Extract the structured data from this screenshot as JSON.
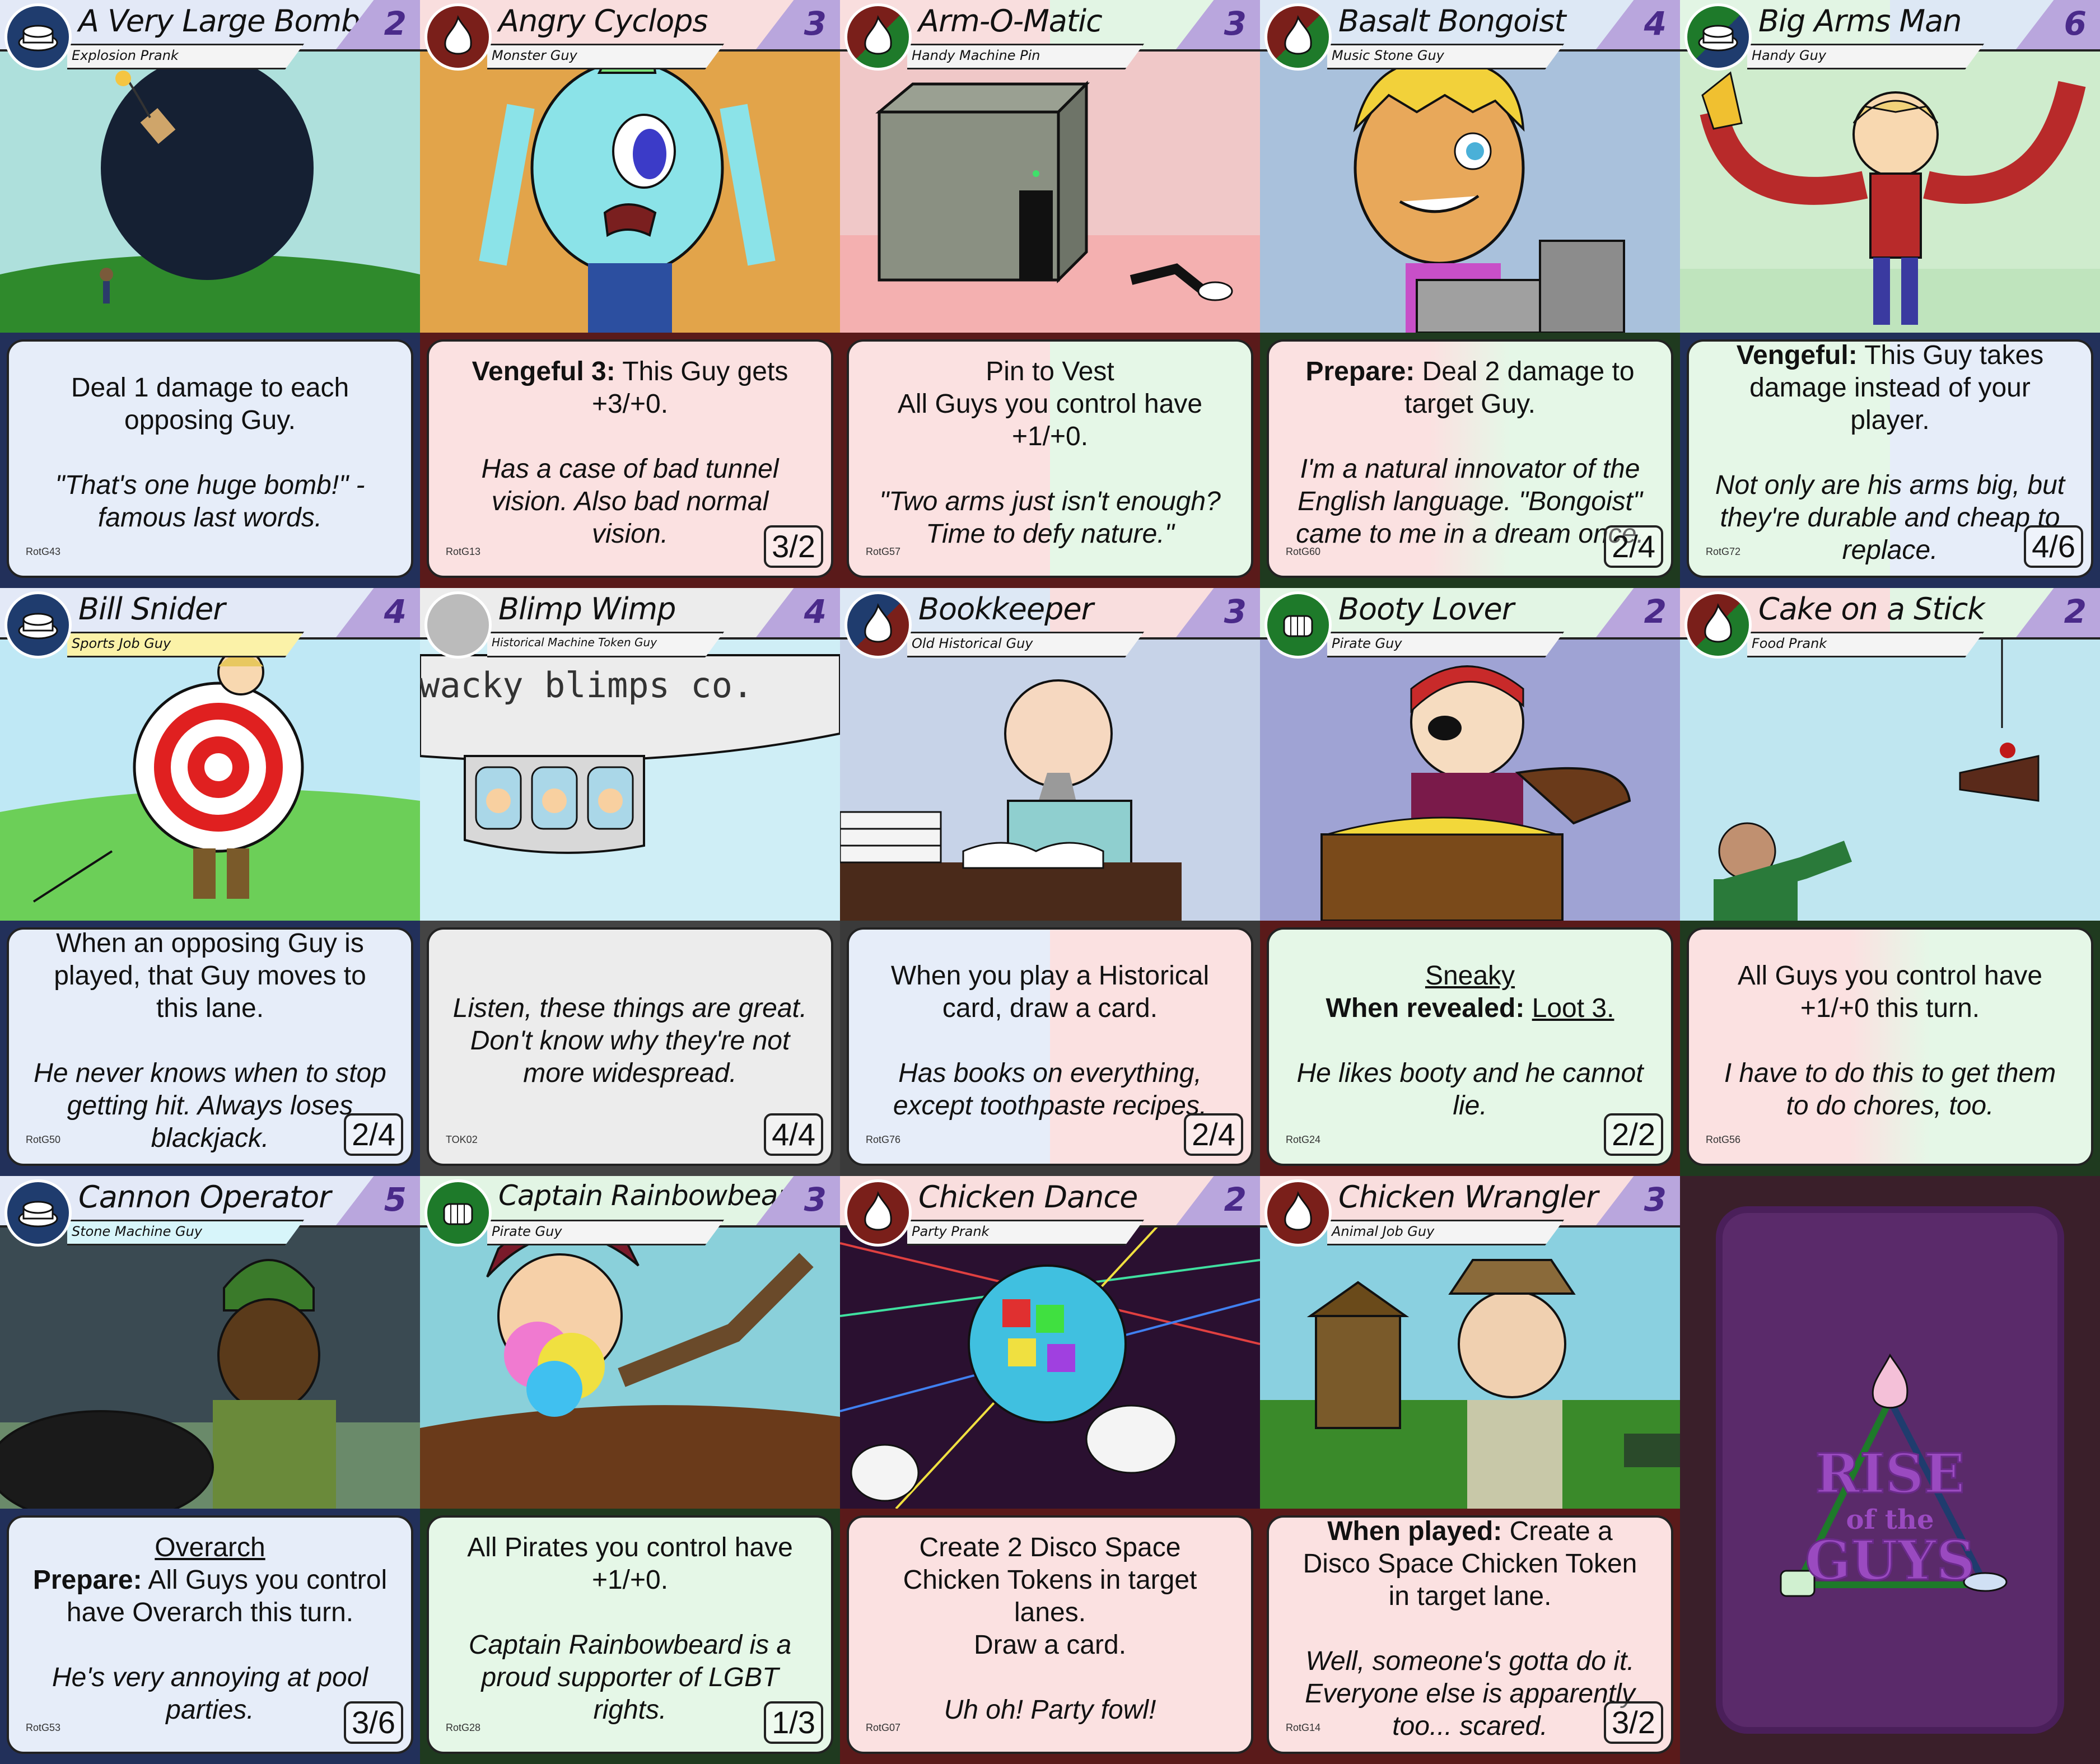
{
  "cards": [
    {
      "title": "A Very Large Bomb",
      "subtype": "Explosion Prank",
      "cost": "2",
      "icon": "button-icon",
      "text": [
        "Deal 1 damage to each opposing Guy."
      ],
      "flavor": "\"That's one huge bomb!\" - famous last words.",
      "stats": "",
      "code": "RotG43"
    },
    {
      "title": "Angry Cyclops",
      "subtype": "Monster Guy",
      "cost": "3",
      "icon": "fire-icon",
      "keyword": "Vengeful 3:",
      "text": [
        "This Guy gets +3/+0."
      ],
      "flavor": "Has a case of bad tunnel vision. Also bad normal vision.",
      "stats": "3/2",
      "code": "RotG13"
    },
    {
      "title": "Arm-O-Matic",
      "subtype": "Handy Machine Pin",
      "cost": "3",
      "icon": "fire-fist-icon",
      "text": [
        "Pin to Vest",
        "All Guys you control have +1/+0."
      ],
      "flavor": "\"Two arms just isn't enough? Time to defy nature.\"",
      "stats": "",
      "code": "RotG57"
    },
    {
      "title": "Basalt Bongoist",
      "subtype": "Music Stone Guy",
      "cost": "4",
      "icon": "fire-fist-icon",
      "keyword": "Prepare:",
      "text": [
        "Deal 2 damage to target Guy."
      ],
      "flavor": "I'm a natural innovator of the English language. \"Bongoist\" came to me in a dream once.",
      "stats": "2/4",
      "code": "RotG60"
    },
    {
      "title": "Big Arms Man",
      "subtype": "Handy Guy",
      "cost": "6",
      "icon": "fist-button-icon",
      "keyword": "Vengeful:",
      "text": [
        "This Guy takes damage instead of your player."
      ],
      "flavor": "Not only are his arms big, but they're durable and cheap to replace.",
      "stats": "4/6",
      "code": "RotG72"
    },
    {
      "title": "Bill Snider",
      "subtype": "Sports Job Guy",
      "cost": "4",
      "icon": "button-icon",
      "text": [
        "When an opposing Guy is played, that Guy moves to this lane."
      ],
      "flavor": "He never knows when to stop getting hit. Always loses blackjack.",
      "stats": "2/4",
      "code": "RotG50"
    },
    {
      "title": "Blimp Wimp",
      "subtype": "Historical Machine Token Guy",
      "cost": "4",
      "icon": "token-icon",
      "text": [],
      "flavor": "Listen, these things are great. Don't know why they're not more widespread.",
      "stats": "4/4",
      "code": "TOK02",
      "art_text": "wacky blimps co."
    },
    {
      "title": "Bookkeeper",
      "subtype": "Old Historical Guy",
      "cost": "3",
      "icon": "fire-button-icon",
      "text": [
        "When you play a Historical card, draw a card."
      ],
      "flavor": "Has books on everything, except toothpaste recipes.",
      "stats": "2/4",
      "code": "RotG76"
    },
    {
      "title": "Booty Lover",
      "subtype": "Pirate Guy",
      "cost": "2",
      "icon": "fist-icon",
      "keyword_ul": "Sneaky",
      "keyword": "When revealed:",
      "text": [
        "Loot 3."
      ],
      "flavor": "He likes booty and he cannot lie.",
      "stats": "2/2",
      "code": "RotG24"
    },
    {
      "title": "Cake on a Stick",
      "subtype": "Food Prank",
      "cost": "2",
      "icon": "fire-fist-icon",
      "text": [
        "All Guys you control have +1/+0 this turn."
      ],
      "flavor": "I have to do this to get them to do chores, too.",
      "stats": "",
      "code": "RotG56"
    },
    {
      "title": "Cannon Operator",
      "subtype": "Stone Machine Guy",
      "cost": "5",
      "icon": "button-icon",
      "keyword_ul": "Overarch",
      "keyword": "Prepare:",
      "text": [
        "All Guys you control have Overarch this turn."
      ],
      "flavor": "He's very annoying at pool parties.",
      "stats": "3/6",
      "code": "RotG53"
    },
    {
      "title": "Captain Rainbowbeard",
      "subtype": "Pirate Guy",
      "cost": "3",
      "icon": "fist-icon",
      "text": [
        "All Pirates you control have +1/+0."
      ],
      "flavor": "Captain Rainbowbeard is a proud supporter of LGBT rights.",
      "stats": "1/3",
      "code": "RotG28"
    },
    {
      "title": "Chicken Dance",
      "subtype": "Party Prank",
      "cost": "2",
      "icon": "fire-icon",
      "text": [
        "Create 2 Disco Space Chicken Tokens in target lanes.",
        "Draw a card."
      ],
      "flavor": "Uh oh! Party fowl!",
      "stats": "",
      "code": "RotG07"
    },
    {
      "title": "Chicken Wrangler",
      "subtype": "Animal Job Guy",
      "cost": "3",
      "icon": "fire-icon",
      "keyword": "When played:",
      "text": [
        "Create a Disco Space Chicken Token in target lane."
      ],
      "flavor": "Well, someone's gotta do it. Everyone else is apparently too... scared.",
      "stats": "3/2",
      "code": "RotG14"
    }
  ],
  "card_back": {
    "line1": "RISE",
    "line2": "of the",
    "line3": "GUYS"
  },
  "colors": {
    "blue": "#1f3c6e",
    "red": "#7a1f1a",
    "green": "#1e7a2a",
    "grey": "#8a8a8a",
    "purple": "#3a1f4a"
  }
}
